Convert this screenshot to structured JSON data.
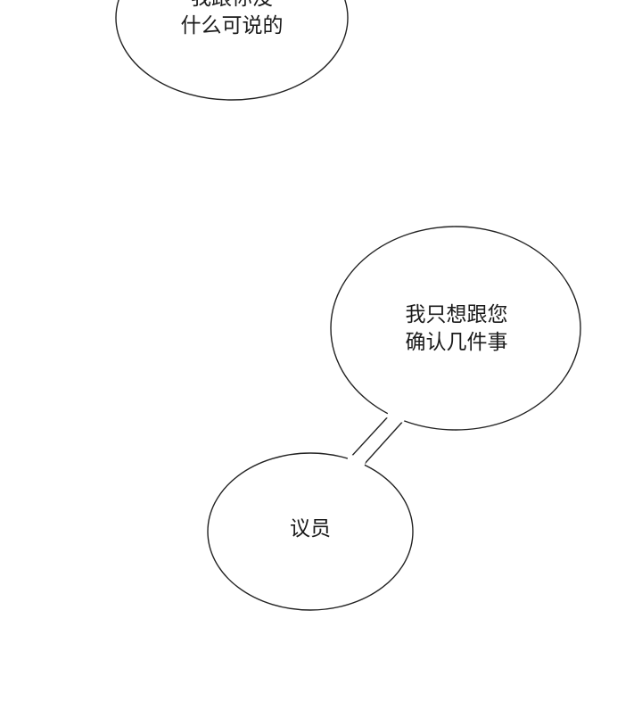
{
  "bubbles": {
    "top": {
      "lines": [
        "我跟你没",
        "什么可说的"
      ]
    },
    "middle": {
      "lines": [
        "我只想跟您",
        "确认几件事"
      ]
    },
    "bottom": {
      "lines": [
        "议员"
      ]
    }
  },
  "colors": {
    "background": "#ffffff",
    "stroke": "#222222",
    "text": "#1a1a1a"
  }
}
